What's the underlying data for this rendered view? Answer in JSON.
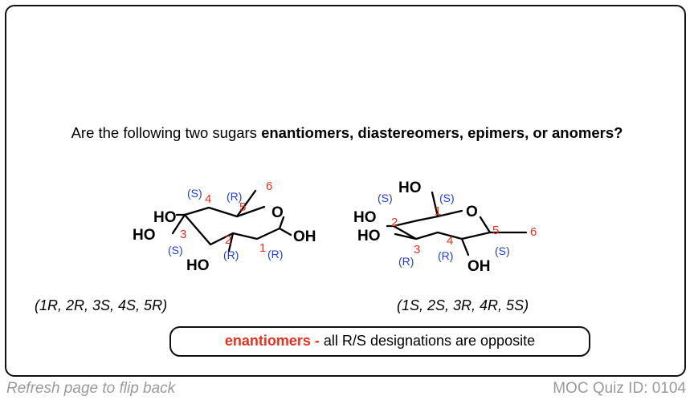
{
  "question": {
    "lead": "Are the following two sugars ",
    "options": "enantiomers, diastereomers, epimers, or anomers?"
  },
  "left_molecule": {
    "groups": [
      "HO",
      "HO",
      "HO",
      "OH",
      "O"
    ],
    "numbers": [
      "1",
      "2",
      "3",
      "4",
      "5",
      "6"
    ],
    "descriptors": [
      "(S)",
      "(R)",
      "(S)",
      "(R)",
      "(R)"
    ],
    "configuration": "(1R, 2R, 3S, 4S, 5R)"
  },
  "right_molecule": {
    "groups": [
      "HO",
      "HO",
      "HO",
      "OH",
      "O"
    ],
    "numbers": [
      "1",
      "2",
      "3",
      "4",
      "5",
      "6"
    ],
    "descriptors": [
      "(S)",
      "(S)",
      "(R)",
      "(R)",
      "(S)"
    ],
    "configuration": "(1S, 2S, 3R, 4R, 5S)"
  },
  "answer": {
    "term": "enantiomers -",
    "explanation": " all R/S designations are opposite"
  },
  "footer": {
    "flip_hint": "Refresh page to flip back",
    "quiz_id": "MOC Quiz ID: 0104"
  },
  "colors": {
    "number": "#e8321e",
    "descriptor": "#1f3fd6",
    "answer": "#e8321e",
    "footer": "#9a9a9a"
  }
}
